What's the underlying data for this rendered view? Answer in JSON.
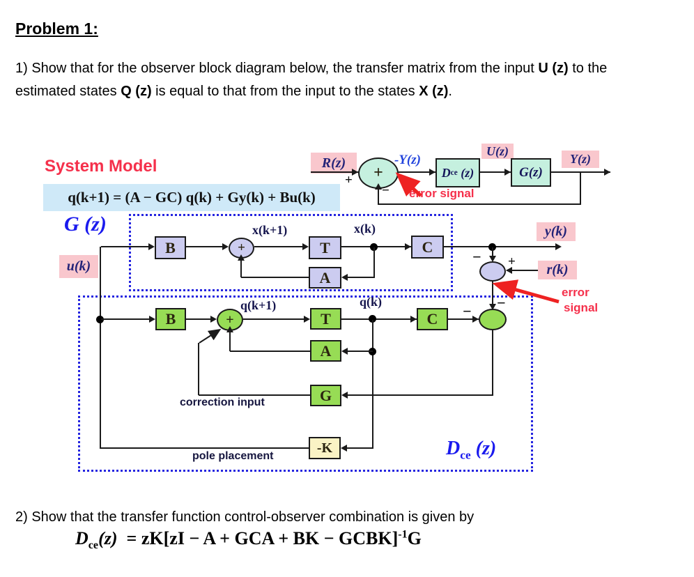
{
  "header": {
    "title": "Problem 1:"
  },
  "intro": {
    "seg0": "1) Show that for the observer block diagram below, the transfer matrix from the input ",
    "seg1": "U (z)",
    "seg2": " to the estimated states ",
    "seg3": "Q (z)",
    "seg4": " is equal to that from the input to the states ",
    "seg5": "X (z)",
    "seg6": "."
  },
  "diagram": {
    "system_model_title": "System Model",
    "model_equation": "q(k+1) = (A − GC) q(k) + Gy(k) + Bu(k)",
    "gz_title": "G (z)",
    "dce_title_main": "D",
    "dce_title_sub": "ce",
    "dce_title_tail": " (z)",
    "top": {
      "r": "R(z)",
      "neg_y": "-Y(z)",
      "u": "U(z)",
      "y": "Y(z)",
      "dce_main": "D",
      "dce_sub": "ce",
      "dce_tail": " (z)",
      "g_block": "G(z)",
      "error_signal": "error signal"
    },
    "signals": {
      "u_k": "u(k)",
      "y_k": "y(k)",
      "r_k": "r(k)",
      "x_k1": "x(k+1)",
      "x_k": "x(k)",
      "q_k1": "q(k+1)",
      "q_k": "q(k)"
    },
    "blocks": {
      "b": "B",
      "t": "T",
      "a": "A",
      "c": "C",
      "g": "G",
      "k": "-K"
    },
    "annotations": {
      "correction_input": "correction input",
      "pole_placement": "pole placement",
      "error": "error",
      "signal": "signal"
    },
    "signs": {
      "plus": "+",
      "minus": "−"
    }
  },
  "part2": {
    "text": "2) Show that the transfer function control-observer combination is given by",
    "eq": {
      "d": "D",
      "sub": "ce",
      "arg": "(z)",
      "rel": "=",
      "body": "zK[zI − A + GCA + BK − GCBK]",
      "sup": "-1",
      "tail": "G"
    }
  },
  "colors": {
    "accent_red": "#f5304b",
    "accent_blue": "#1a1aee",
    "pink_label_bg": "#f9c7cd",
    "equation_bg": "#cfe9f8",
    "mint_block": "#c5f0df",
    "lavender_block": "#ccccf0",
    "green_block": "#97dc55",
    "yellow_block": "#faf3c5",
    "dotted_border": "#2424e0"
  }
}
